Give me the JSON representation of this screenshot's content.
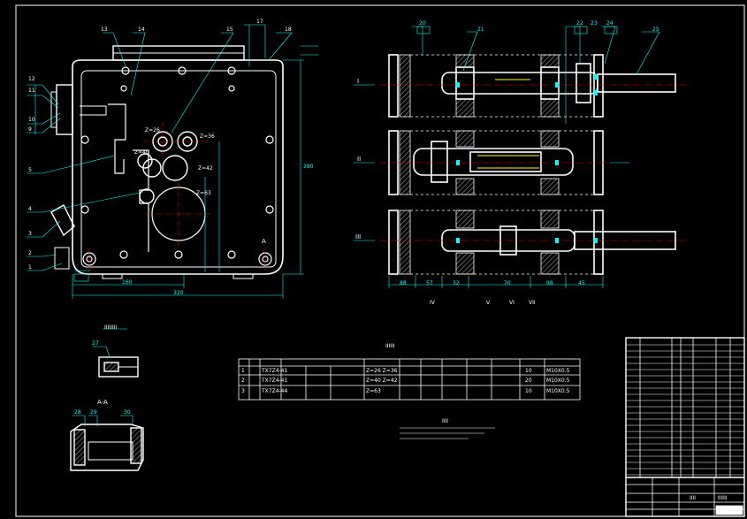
{
  "colors": {
    "background": "#000000",
    "outline": "#ffffff",
    "dimension": "#00ffff",
    "centerline": "#ff0000",
    "highlight": "#ffff00",
    "hatch": "#ffffff"
  },
  "front_view": {
    "callouts_top": [
      "13",
      "14",
      "15",
      "17",
      "18"
    ],
    "callouts_left": [
      "12",
      "11",
      "10",
      "9",
      "5",
      "4",
      "3",
      "2",
      "1"
    ],
    "gear_labels": [
      "Z=26",
      "Z=36",
      "Z=40",
      "Z=42",
      "Z=63"
    ],
    "dim_bottom": [
      "160",
      "320"
    ],
    "dim_right": "280",
    "section_mark": "A"
  },
  "side_views": {
    "shaft_labels": [
      "I",
      "II",
      "III"
    ],
    "top_callouts": [
      "20",
      "21",
      "22",
      "23",
      "24",
      "25"
    ],
    "dims_bottom": [
      "88",
      "57",
      "32",
      "70",
      "98",
      "45"
    ],
    "roman_markers": [
      "IV",
      "V",
      "VI",
      "VII"
    ]
  },
  "detail_views": {
    "detail_title": "IIIIIIII",
    "detail_callout": "27",
    "section_title": "A-A",
    "section_callouts": [
      "28",
      "29",
      "30"
    ]
  },
  "gear_table": {
    "title": "IIIIII",
    "rows": [
      {
        "no": "1",
        "name": "TX7Z4-41",
        "spec": "Z=26 Z=36",
        "mod": "10",
        "material": "M10X0.5"
      },
      {
        "no": "2",
        "name": "TX7Z4-41",
        "spec": "Z=40 Z=42",
        "mod": "20",
        "material": "M10X0.5"
      },
      {
        "no": "3",
        "name": "TX7Z4-44",
        "spec": "Z=63",
        "mod": "10",
        "material": "M10X0.5"
      }
    ]
  },
  "tech_notes": {
    "title": "IIII"
  },
  "title_block": {
    "drawing_name": "IIII",
    "company": "IIIIII"
  }
}
